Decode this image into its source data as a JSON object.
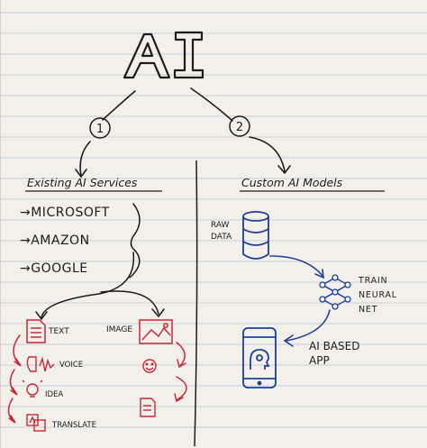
{
  "title": "AI",
  "branches": [
    {
      "number": "1",
      "heading": "Existing AI Services"
    },
    {
      "number": "2",
      "heading": "Custom AI Models"
    }
  ],
  "providers": [
    "→MICROSOFT",
    "→AMAZON",
    "→GOOGLE"
  ],
  "left_outputs": {
    "text": "TEXT",
    "image": "IMAGE",
    "voice": "VOICE",
    "idea": "IDEA",
    "translate": "TRANSLATE"
  },
  "custom": {
    "raw_data": [
      "RAW",
      "DATA"
    ],
    "train": [
      "TRAIN",
      "NEURAL",
      "NET"
    ],
    "app": [
      "AI BASED",
      "APP"
    ]
  },
  "colors": {
    "ink": "#1c1c1c",
    "red": "#c6283a",
    "blue": "#1f3f9a",
    "rule_line": "#b9c7d6",
    "margin_line": "#d9a3a3",
    "paper": "#f3f0ea"
  }
}
